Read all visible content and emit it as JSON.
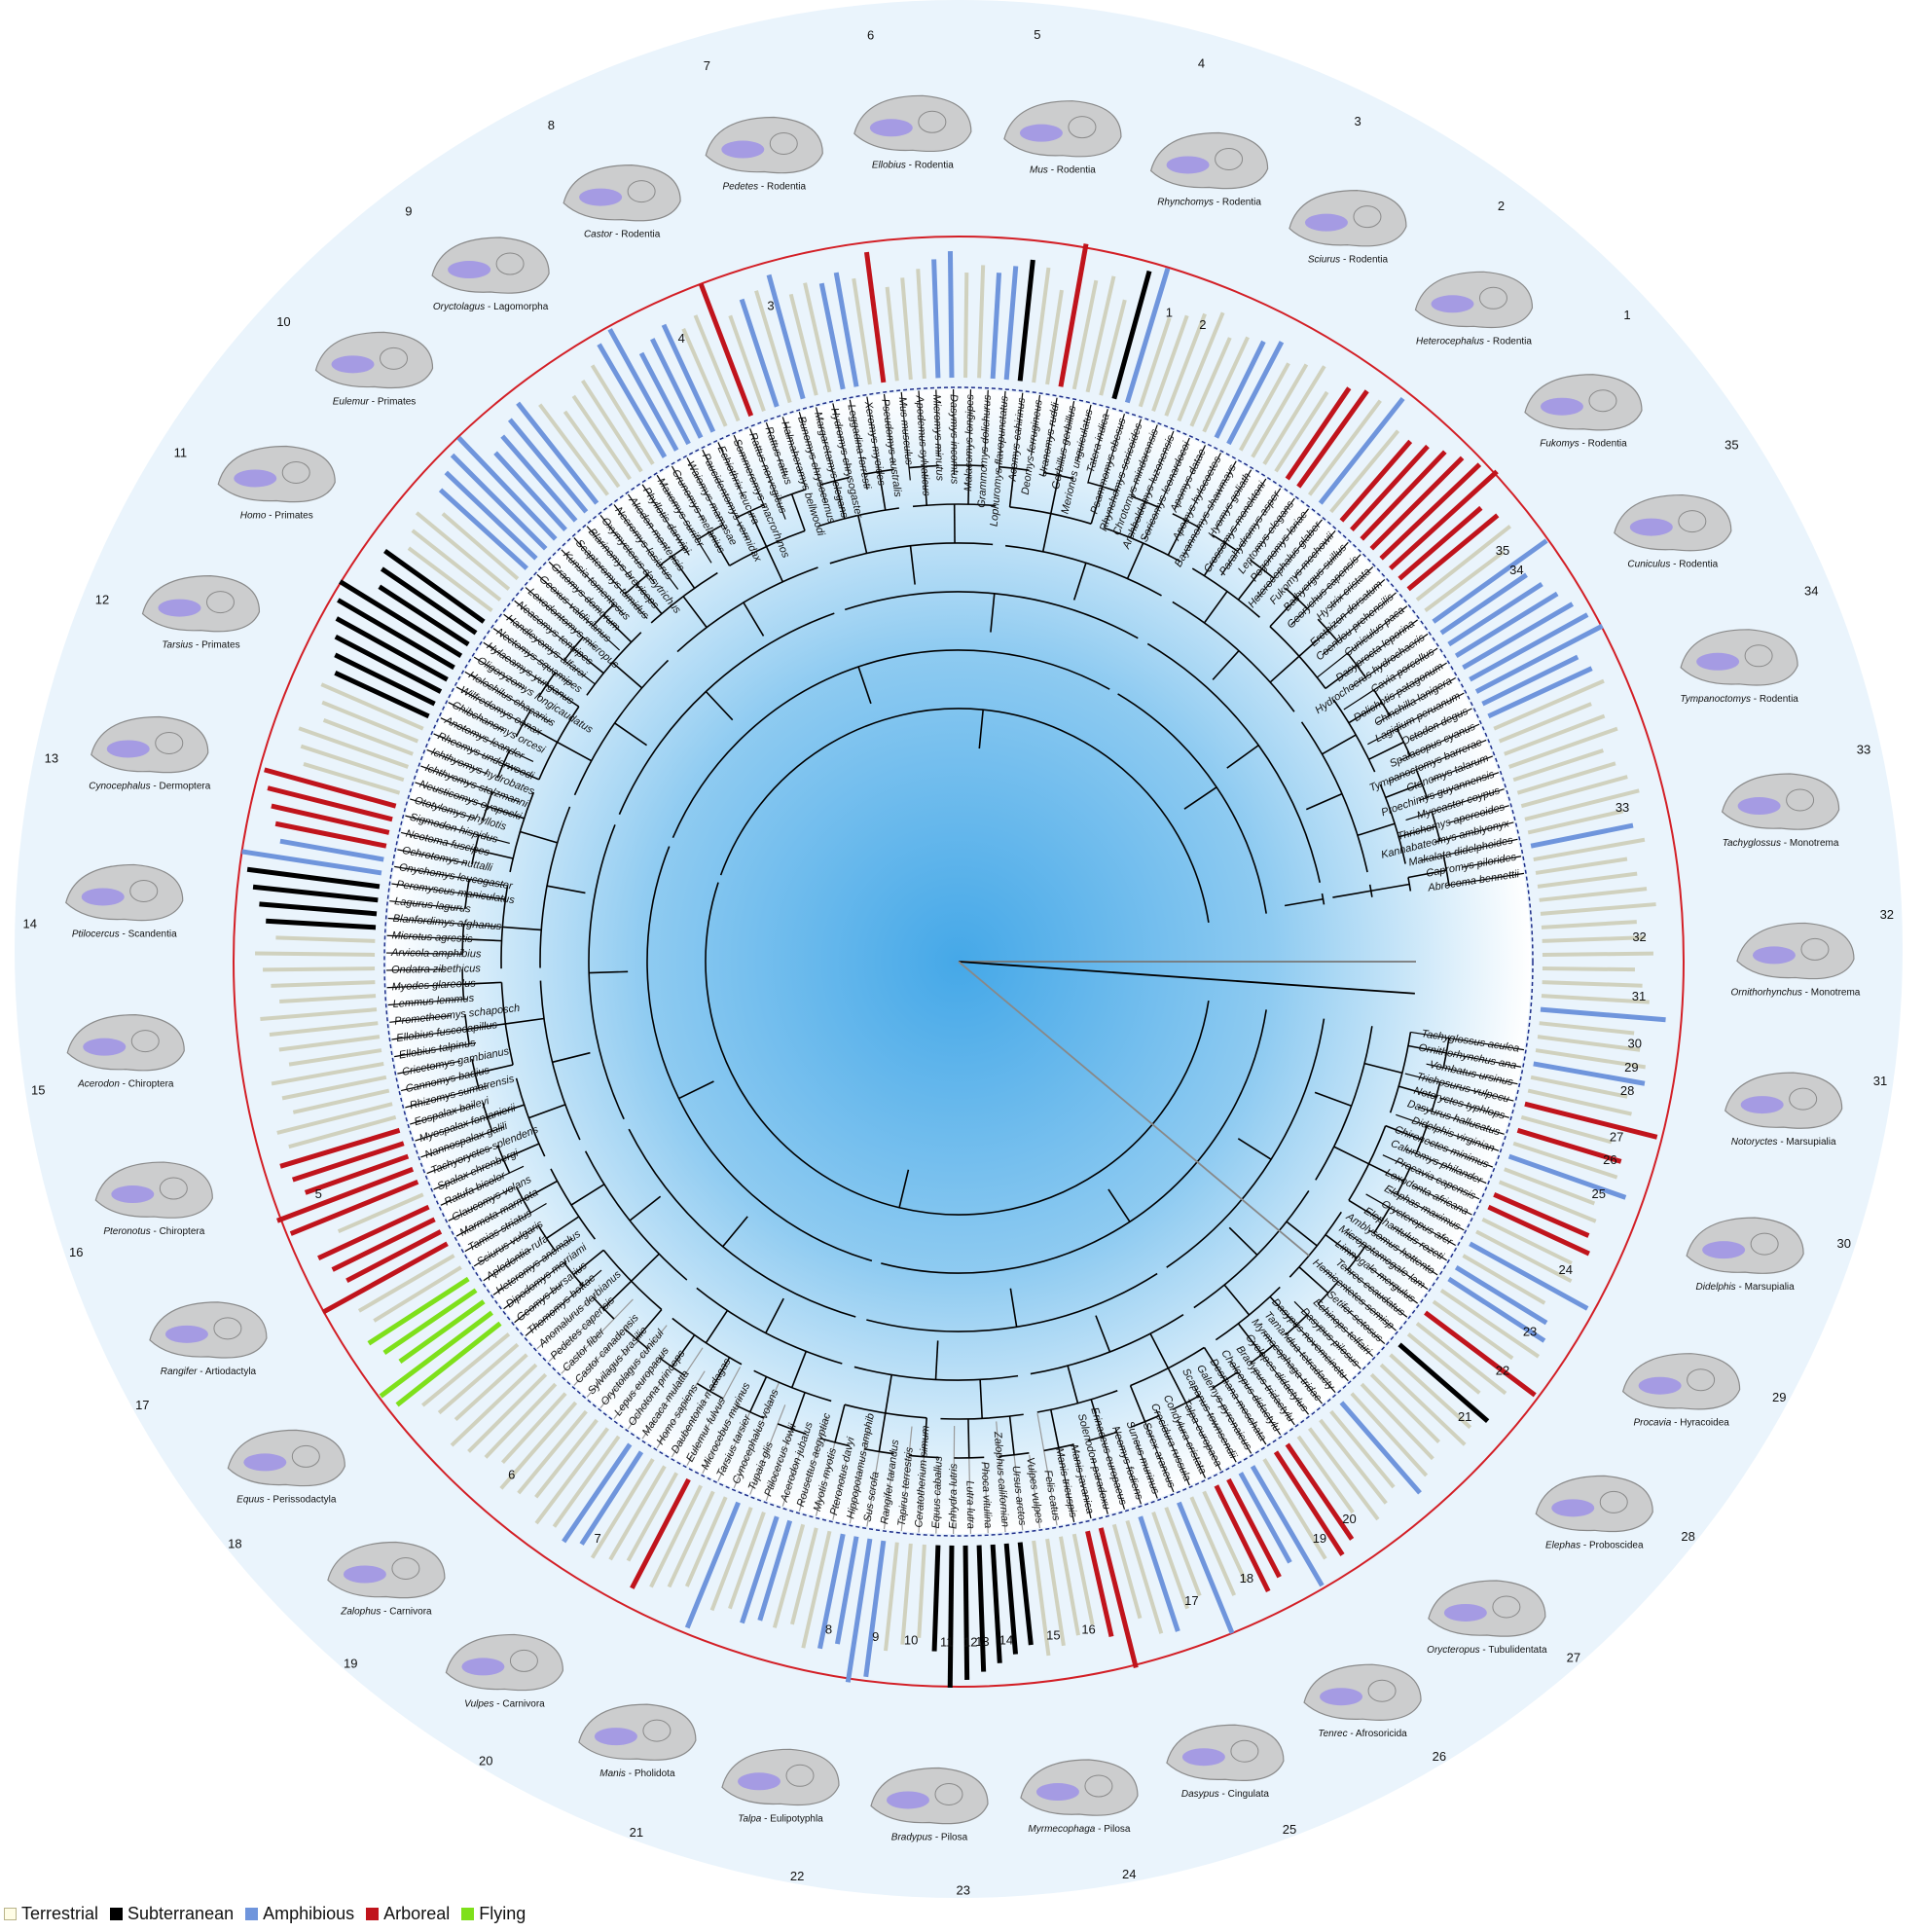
{
  "legend": [
    {
      "label": "Terrestrial",
      "color": "#fffde6",
      "edge": "#b9b48a"
    },
    {
      "label": "Subterranean",
      "color": "#000000",
      "edge": "#000000"
    },
    {
      "label": "Amphibious",
      "color": "#6f95dc",
      "edge": "#6f95dc"
    },
    {
      "label": "Arboreal",
      "color": "#c0141c",
      "edge": "#c0141c"
    },
    {
      "label": "Flying",
      "color": "#7ee01b",
      "edge": "#7ee01b"
    }
  ],
  "colors": {
    "halo": "#eaf4fc",
    "ring": "#d31f26",
    "tree_core": "#45a8e8",
    "tree_edge": "#ffffff",
    "branch": "#000000",
    "branch_grey": "#9a9a9a",
    "dashed_ring": "#1d2d8a",
    "skull": "#c9c9c9",
    "skull_edge": "#8a8a8a",
    "highlight": "#9b8ee8"
  },
  "outer_numbers": [
    "1",
    "2",
    "3",
    "4",
    "5",
    "6",
    "7",
    "8",
    "9",
    "10",
    "11",
    "12",
    "13",
    "14",
    "15",
    "16",
    "17",
    "18",
    "19",
    "20",
    "21",
    "22",
    "23",
    "24",
    "25",
    "26",
    "27",
    "28",
    "29",
    "30",
    "31",
    "32",
    "33",
    "34",
    "35"
  ],
  "skulls": [
    {
      "num": "1",
      "genus": "Heterocephalus",
      "order": "Rodentia"
    },
    {
      "num": "2",
      "genus": "Sciurus",
      "order": "Rodentia"
    },
    {
      "num": "3",
      "genus": "Rhynchomys",
      "order": "Rodentia"
    },
    {
      "num": "4",
      "genus": "Mus",
      "order": "Rodentia"
    },
    {
      "num": "5",
      "genus": "Ellobius",
      "order": "Rodentia"
    },
    {
      "num": "6",
      "genus": "Pedetes",
      "order": "Rodentia"
    },
    {
      "num": "7",
      "genus": "Castor",
      "order": "Rodentia"
    },
    {
      "num": "8",
      "genus": "Oryctolagus",
      "order": "Lagomorpha"
    },
    {
      "num": "9",
      "genus": "Eulemur",
      "order": "Primates"
    },
    {
      "num": "10",
      "genus": "Homo",
      "order": "Primates"
    },
    {
      "num": "11",
      "genus": "Tarsius",
      "order": "Primates"
    },
    {
      "num": "12",
      "genus": "Cynocephalus",
      "order": "Dermoptera"
    },
    {
      "num": "13",
      "genus": "Ptilocercus",
      "order": "Scandentia"
    },
    {
      "num": "14",
      "genus": "Acerodon",
      "order": "Chiroptera"
    },
    {
      "num": "15",
      "genus": "Pteronotus",
      "order": "Chiroptera"
    },
    {
      "num": "16",
      "genus": "Rangifer",
      "order": "Artiodactyla"
    },
    {
      "num": "17",
      "genus": "Equus",
      "order": "Perissodactyla"
    },
    {
      "num": "18",
      "genus": "Zalophus",
      "order": "Carnivora"
    },
    {
      "num": "19",
      "genus": "Vulpes",
      "order": "Carnivora"
    },
    {
      "num": "20",
      "genus": "Manis",
      "order": "Pholidota"
    },
    {
      "num": "21",
      "genus": "Talpa",
      "order": "Eulipotyphla"
    },
    {
      "num": "22",
      "genus": "Bradypus",
      "order": "Pilosa"
    },
    {
      "num": "23",
      "genus": "Myrmecophaga",
      "order": "Pilosa"
    },
    {
      "num": "24",
      "genus": "Dasypus",
      "order": "Cingulata"
    },
    {
      "num": "25",
      "genus": "Tenrec",
      "order": "Afrosoricida"
    },
    {
      "num": "26",
      "genus": "Orycteropus",
      "order": "Tubulidentata"
    },
    {
      "num": "27",
      "genus": "Elephas",
      "order": "Proboscidea"
    },
    {
      "num": "28",
      "genus": "Procavia",
      "order": "Hyracoidea"
    },
    {
      "num": "29",
      "genus": "Didelphis",
      "order": "Marsupialia"
    },
    {
      "num": "30",
      "genus": "Notoryctes",
      "order": "Marsupialia"
    },
    {
      "num": "31",
      "genus": "Ornithorhynchus",
      "order": "Monotrema"
    },
    {
      "num": "32",
      "genus": "Tachyglossus",
      "order": "Monotrema"
    },
    {
      "num": "33",
      "genus": "Tympanoctomys",
      "order": "Rodentia"
    },
    {
      "num": "34",
      "genus": "Cuniculus",
      "order": "Rodentia"
    },
    {
      "num": "35",
      "genus": "Fukomys",
      "order": "Rodentia"
    }
  ],
  "tips": [
    "Tachyglossus aculea",
    "Ornithorhynchus ana",
    "Vombatus ursinus",
    "Trichosurus vulpecu",
    "Notoryctes typhlops",
    "Dasyurus hallucatus",
    "Didelphis virginian",
    "Chironectes minimus",
    "Caluromys philander",
    "Procavia capensis",
    "Loxodonta africana",
    "Elephas maximus",
    "Orycteropus afer",
    "Elephantulus rozeti",
    "Amblysomus hottento",
    "Micropotamogale lam",
    "Limnogale mergulus",
    "Tenrec ecaudatus",
    "Hemicentetes semisp",
    "Setifer setosus",
    "Echinops telfairi",
    "Dasypus pilosus",
    "Dasypus novemcinctu",
    "Tamandua tetradacty",
    "Myrmecophaga tridac",
    "Cyclopes didactylus",
    "Bradypus tridactylu",
    "Choloepus didactylu",
    "Desmana moschata",
    "Galemys pyrenaicus",
    "Scapanus townsendii",
    "Talpa europaea",
    "Condylura cristata",
    "Crocidura russula",
    "Sorex araneus",
    "Suncus murinus",
    "Neomys fodiens",
    "Erinaceus europaeus",
    "Solenodon paradoxu",
    "Manis javanica",
    "Manis tricuspis",
    "Felis catus",
    "Vulpes vulpes",
    "Ursus arctos",
    "Zalophus californian",
    "Phoca vitulina",
    "Lutra lutra",
    "Enhydra lutris",
    "Equus caballus",
    "Ceratotherium simum",
    "Tapirus terrestris",
    "Rangifer tarandus",
    "Sus scrofa",
    "Hippopotamus amphib",
    "Pteronotus davyi",
    "Myotis myotis",
    "Rousettus aegyptiac",
    "Acerodon jubatus",
    "Ptilocercus lowii",
    "Tupaia glis",
    "Cynocephalus volans",
    "Tarsius tarsier",
    "Microcebus murinus",
    "Eulemur fulvus",
    "Daubentonia madagas",
    "Homo sapiens",
    "Macaca mulatta",
    "Ochotona princeps",
    "Lepus europaeus",
    "Oryctolagus cunicul",
    "Sylvilagus brasilie",
    "Castor canadensis",
    "Castor fiber",
    "Pedetes capensis",
    "Anomalurus derbianus",
    "Thomomys bottae",
    "Geomys bursarius",
    "Dipodomys merriami",
    "Heteromys anomalus",
    "Aplodontia rufa",
    "Sciurus vulgaris",
    "Tamias striatus",
    "Marmota marmota",
    "Glaucomys volans",
    "Ratufa bicolor",
    "Spalax ehrenbergi",
    "Tachyoryctes splendens",
    "Nannospalax galili",
    "Myospalax fontanierii",
    "Eospalax baileyi",
    "Rhizomys sumatrensis",
    "Cannomys badius",
    "Cricetomys gambianus",
    "Ellobius talpinus",
    "Ellobius fuscocapillus",
    "Prometheomys schaposch",
    "Lemmus lemmus",
    "Myodes glareolus",
    "Ondatra zibethicus",
    "Arvicola amphibius",
    "Microtus agrestis",
    "Blanfordimys afghanus",
    "Lagurus lagurus",
    "Peromyscus maniculatus",
    "Onychomys leucogaster",
    "Ochrotomys nuttalli",
    "Neotoma fuscipes",
    "Sigmodon hispidus",
    "Ototylomys phyllotis",
    "Neusticomys oyapocki",
    "Ichthyomys stolzmanni",
    "Ichthyomys hydrobates",
    "Rheomys underwoodi",
    "Anotomys leander",
    "Chibchanomys orcesi",
    "Wilfredomys oenax",
    "Holochilus chacarius",
    "Oligoryzomys longicaudatus",
    "Hylaeamys yunganus",
    "Nectomys squamipes",
    "Handleyomys alfaroi",
    "Neacomys tenuipes",
    "Loxodontomys micropus",
    "Geoxus valdivianus",
    "Graomys domorum",
    "Kunsia tomentosus",
    "Scapteromys tumidus",
    "Blarinomys breviceps",
    "Oxymycterus dasytrichus",
    "Necromys lasiurus",
    "Akodon montensis",
    "Phyllotis darwini",
    "Maxomys surifer",
    "Crunomys melanius",
    "Waiomys mamasae",
    "Paucidentomys vermidax",
    "Echiothrix leucura",
    "Sommeromys macrorhinos",
    "Rattus norvegicus",
    "Rattus rattus",
    "Halmaheramys bellwoodi",
    "Bunomys chrysocomus",
    "Margaretamys elegans",
    "Hydromys chrysogaster",
    "Leggadina forresti",
    "Xeromys myoides",
    "Pseudomys australis",
    "Mus musculus",
    "Apodemus sylvaticus",
    "Micromys minutus",
    "Dasymys incomtus",
    "Malacomys longipes",
    "Grammomys dolichurus",
    "Lophuromys flavopunctatus",
    "Acomys cahirinus",
    "Deomys ferrugineus",
    "Uranomys ruddi",
    "Gerbillus gerbillus",
    "Meriones unguiculatus",
    "Tatera indica",
    "Psammomys obesus",
    "Rhynchomys soricoides",
    "Chrotomys mindorensis",
    "Archboldomys luzonensis",
    "Soricomys leonardocoi",
    "Apomys datae",
    "Apomys hylocoetes",
    "Bayannomys shawmays",
    "Hyomys goliath",
    "Crossomys moncktoni",
    "Parahydromys asper",
    "Leptomys elegans",
    "Pogonomys loriae",
    "Heterocephalus glaber",
    "Fukomys mechowii",
    "Bathyergus suillus",
    "Georychus capensis",
    "Hystrix cristata",
    "Erethizon dorsatum",
    "Coendou prehensilis",
    "Cuniculus paca",
    "Dasyprocta leporina",
    "Hydrochoerus hydrochaeris",
    "Cavia porcellus",
    "Dolichotis patagonum",
    "Chinchilla lanigera",
    "Lagidium peruanum",
    "Octodon degus",
    "Spalacopus cyanus",
    "Tympanoctomys barrerae",
    "Ctenomys talarum",
    "Proechimys guyannensis",
    "Myocastor coypus",
    "Thrichomys apereoides",
    "Kannabateomys amblyonyx",
    "Makalata didelphoides",
    "Capromys pilorides",
    "Abrocoma bennettii"
  ],
  "bars": [
    "T",
    "T",
    "T",
    "A",
    "T",
    "T",
    "T",
    "A",
    "T",
    "T",
    "R",
    "T",
    "R",
    "T",
    "A",
    "T",
    "T",
    "R",
    "R",
    "T",
    "T",
    "A",
    "T",
    "A",
    "A",
    "T",
    "T",
    "R",
    "T",
    "T",
    "S",
    "T",
    "T",
    "T",
    "T",
    "T",
    "A",
    "T",
    "T",
    "T",
    "T",
    "R",
    "R",
    "T",
    "A",
    "A",
    "R",
    "R",
    "T",
    "T",
    "A",
    "T",
    "T",
    "A",
    "T",
    "T",
    "R",
    "R",
    "T",
    "T",
    "T",
    "T",
    "S",
    "S",
    "S",
    "S",
    "S",
    "S",
    "S",
    "T",
    "T",
    "T",
    "A",
    "A",
    "A",
    "A",
    "T",
    "T",
    "T",
    "A",
    "A",
    "T",
    "T",
    "A",
    "T",
    "T",
    "T",
    "R",
    "T",
    "T",
    "T",
    "A",
    "A",
    "T",
    "T",
    "T",
    "T",
    "T",
    "T",
    "T",
    "T",
    "T",
    "T",
    "T",
    "T",
    "F",
    "F",
    "F",
    "F",
    "F",
    "T",
    "T",
    "R",
    "R",
    "R",
    "R",
    "T",
    "R",
    "R",
    "R",
    "R",
    "R",
    "T",
    "T",
    "T",
    "T",
    "T",
    "T",
    "T",
    "T",
    "T",
    "T",
    "T",
    "T",
    "T",
    "T",
    "S",
    "S",
    "S",
    "S",
    "A",
    "A",
    "R",
    "R",
    "R",
    "R",
    "T",
    "T",
    "T",
    "T",
    "T",
    "T",
    "S",
    "S",
    "S",
    "S",
    "S",
    "S",
    "S",
    "S",
    "S",
    "T",
    "T",
    "T",
    "T",
    "A",
    "A",
    "A",
    "A",
    "A",
    "A",
    "A",
    "A",
    "T",
    "T",
    "T",
    "T",
    "T",
    "A",
    "A",
    "A",
    "A",
    "A",
    "T",
    "T",
    "R",
    "T",
    "A",
    "T",
    "A",
    "T",
    "T",
    "A",
    "A",
    "T",
    "R",
    "T",
    "T",
    "T",
    "A",
    "A",
    "T",
    "T",
    "A",
    "A",
    "S",
    "T",
    "T",
    "R",
    "T",
    "T",
    "T",
    "S",
    "A",
    "T",
    "T",
    "T",
    "T",
    "T",
    "T",
    "A",
    "A",
    "T",
    "T",
    "T",
    "T",
    "R",
    "R",
    "T",
    "A",
    "T",
    "R",
    "R",
    "R",
    "R",
    "R",
    "R",
    "R",
    "R",
    "T",
    "T",
    "A",
    "A",
    "A",
    "A",
    "A",
    "A",
    "A",
    "A",
    "A",
    "T",
    "T",
    "T",
    "T",
    "T",
    "T",
    "T",
    "T",
    "T",
    "A",
    "T",
    "T",
    "T",
    "T",
    "T",
    "T",
    "T",
    "T"
  ],
  "inner_labels": [
    "1",
    "2",
    "3",
    "4",
    "5",
    "6",
    "7",
    "8",
    "9",
    "10",
    "11",
    "12",
    "13",
    "14",
    "15",
    "16",
    "17",
    "18",
    "19",
    "20",
    "21",
    "22",
    "23",
    "24",
    "25",
    "26",
    "27",
    "28",
    "29",
    "30",
    "31",
    "32",
    "33",
    "34",
    "35"
  ]
}
